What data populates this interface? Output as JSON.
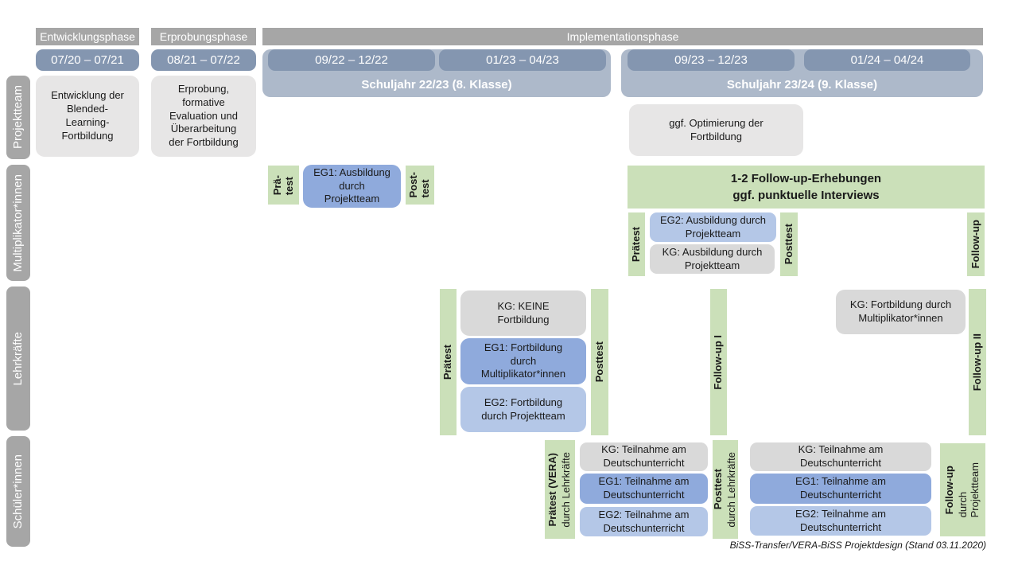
{
  "phases": {
    "entwicklung": "Entwicklungsphase",
    "erprobung": "Erprobungsphase",
    "implementation": "Implementationsphase"
  },
  "timeline": {
    "d1": "07/20 – 07/21",
    "d2": "08/21 – 07/22",
    "d3": "09/22 – 12/22",
    "d4": "01/23 – 04/23",
    "d5": "09/23 – 12/23",
    "d6": "01/24 – 04/24",
    "year1": "Schuljahr 22/23 (8. Klasse)",
    "year2": "Schuljahr 23/24 (9. Klasse)"
  },
  "row_labels": {
    "projektteam": "Projektteam",
    "multiplikatoren": "Multiplikator*innen",
    "lehrkraefte": "Lehrkräfte",
    "schueler": "Schüler*innen"
  },
  "projektteam": {
    "entwicklung_box": "Entwicklung der\nBlended-\nLearning-\nFortbildung",
    "erprobung_box": "Erprobung,\nformative\nEvaluation und\nÜberarbeitung\nder Fortbildung",
    "optimierung_box": "ggf. Optimierung der\nFortbildung"
  },
  "multiplikatoren": {
    "praetest1": "Prä-\ntest",
    "eg1": "EG1: Ausbildung\ndurch\nProjektteam",
    "posttest1": "Post-\ntest",
    "followup_box": "1-2 Follow-up-Erhebungen\nggf. punktuelle Interviews",
    "praetest2": "Prätest",
    "eg2": "EG2: Ausbildung durch\nProjektteam",
    "kg": "KG: Ausbildung durch\nProjektteam",
    "posttest2": "Posttest",
    "followup": "Follow-up"
  },
  "lehrkraefte": {
    "praetest": "Prätest",
    "kg1": "KG: KEINE\nFortbildung",
    "eg1": "EG1: Fortbildung\ndurch\nMultiplikator*innen",
    "eg2": "EG2: Fortbildung\ndurch Projektteam",
    "posttest": "Posttest",
    "followup1": "Follow-up I",
    "kg2": "KG: Fortbildung durch\nMultiplikator*innen",
    "followup2": "Follow-up II"
  },
  "schueler": {
    "praetest_main": "Prätest (VERA)",
    "praetest_sub": "durch Lehrkräfte",
    "kg1": "KG: Teilnahme am\nDeutschunterricht",
    "eg1a": "EG1: Teilnahme am\nDeutschunterricht",
    "eg2a": "EG2: Teilnahme am\nDeutschunterricht",
    "posttest_main": "Posttest",
    "posttest_sub": "durch Lehrkräfte",
    "kg2": "KG: Teilnahme am\nDeutschunterricht",
    "eg1b": "EG1: Teilnahme am\nDeutschunterricht",
    "eg2b": "EG2: Teilnahme am\nDeutschunterricht",
    "followup_main": "Follow-up",
    "followup_sub": "durch\nProjektteam"
  },
  "caption": "BiSS-Transfer/VERA-BiSS Projektdesign (Stand 03.11.2020)",
  "colors": {
    "phase_gray": "#a6a6a6",
    "date_blue": "#8496b0",
    "year_blue": "#adb9ca",
    "box_lightgray": "#e7e6e6",
    "kg_gray": "#d9d9d9",
    "eg1_blue": "#8faadc",
    "eg2_blue": "#b4c7e7",
    "green": "#cbe0b9"
  }
}
